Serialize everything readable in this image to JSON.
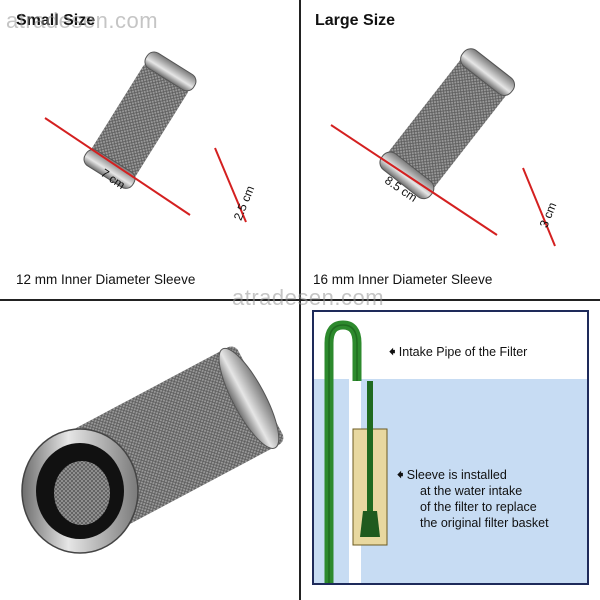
{
  "watermark_top": "atradesen.com",
  "watermark_mid": "atradesen.com",
  "panel_small": {
    "title": "Small Size",
    "length": "7 cm",
    "diameter": "2.5 cm",
    "caption": "12 mm Inner Diameter Sleeve"
  },
  "panel_large": {
    "title": "Large Size",
    "length": "8.5 cm",
    "diameter": "3 cm",
    "caption": "16 mm Inner Diameter Sleeve"
  },
  "diagram": {
    "label_pipe": "Intake Pipe of the Filter",
    "label_sleeve_lines": [
      "Sleeve is installed",
      "at the water intake",
      "of the filter to replace",
      "the original filter basket"
    ]
  },
  "colors": {
    "dimension_red": "#d42020",
    "water_blue": "#c7dcf3",
    "frame_navy": "#1e2a5a",
    "pipe_green": "#2d8a2d",
    "sleeve_tan": "#e8d8a0"
  }
}
